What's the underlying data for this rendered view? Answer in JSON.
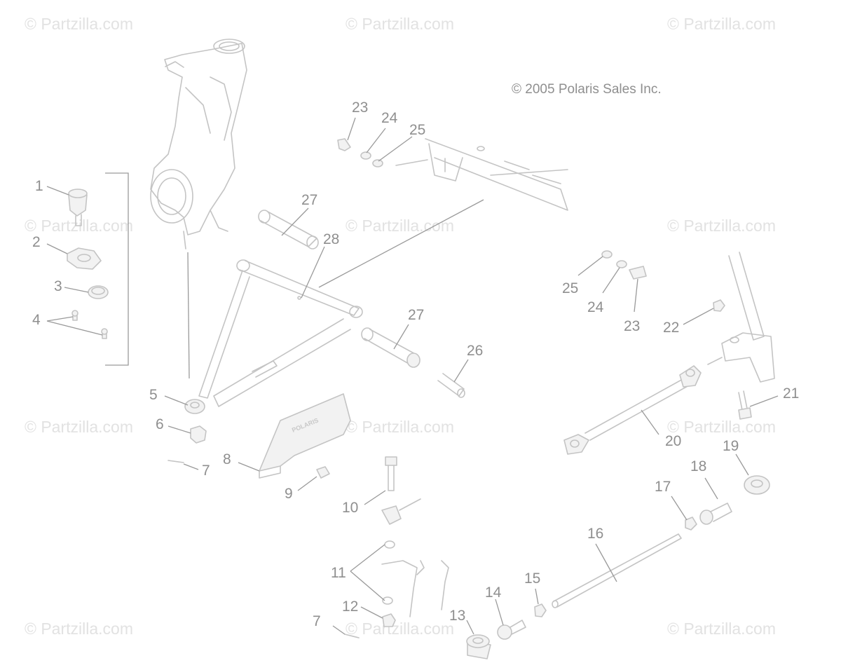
{
  "copyright": "© 2005 Polaris Sales Inc.",
  "watermark": "© Partzilla.com",
  "decal_text": "POLARIS",
  "labels": {
    "n1": "1",
    "n2": "2",
    "n3": "3",
    "n4": "4",
    "n5": "5",
    "n6": "6",
    "n7a": "7",
    "n7b": "7",
    "n8": "8",
    "n9": "9",
    "n10": "10",
    "n11": "11",
    "n12": "12",
    "n13": "13",
    "n14": "14",
    "n15": "15",
    "n16": "16",
    "n17": "17",
    "n18": "18",
    "n19": "19",
    "n20": "20",
    "n21": "21",
    "n22": "22",
    "n23a": "23",
    "n23b": "23",
    "n24a": "24",
    "n24b": "24",
    "n25a": "25",
    "n25b": "25",
    "n26": "26",
    "n27a": "27",
    "n27b": "27",
    "n28": "28"
  }
}
